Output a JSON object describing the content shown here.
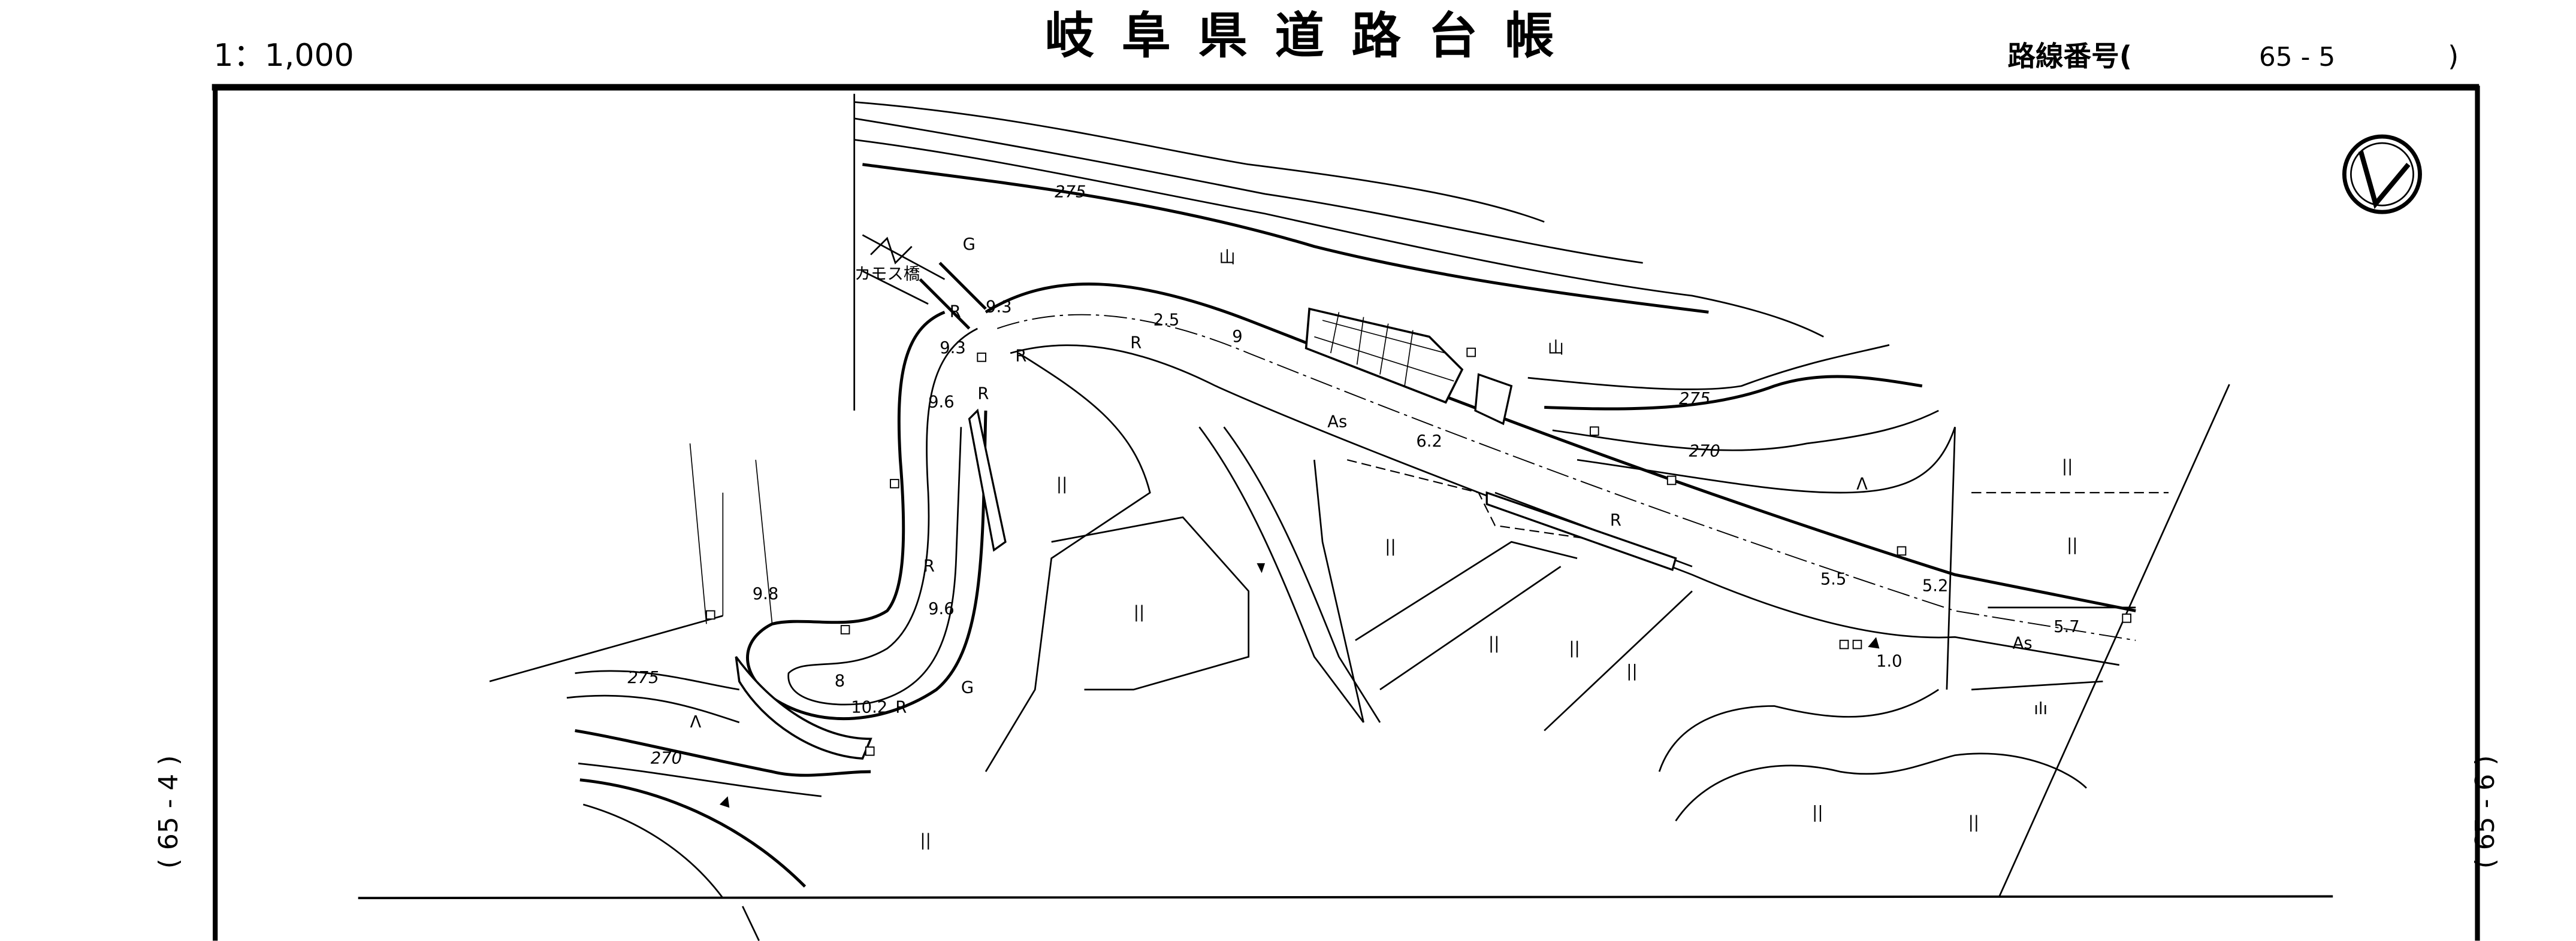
{
  "header": {
    "scale": "1：1,000",
    "title": "岐阜県道路台帳",
    "route_label": "路線番号(",
    "route_number": "65 - 5",
    "route_close": ")"
  },
  "adjacent_sheets": {
    "previous": "( 65 - 4 )",
    "next": "( 65 - 6 )"
  },
  "north_arrow": "north-arrow-icon",
  "map": {
    "bridge_name": "カモス橋",
    "contours": [
      "275",
      "275",
      "275",
      "270",
      "270"
    ],
    "surface": [
      "As",
      "As"
    ],
    "guard": [
      "G",
      "G"
    ],
    "retaining": [
      "R",
      "R",
      "R",
      "R",
      "R",
      "R",
      "R"
    ],
    "widths": [
      "9",
      "2.5",
      "9.3",
      "9.3",
      "9.6",
      "9.6",
      "6.2",
      "9.8",
      "8",
      "10.2",
      "5.5",
      "5.2",
      "5.7",
      "1.0"
    ],
    "land_use": [
      "山",
      "山",
      "ılı",
      "Λ",
      "Λ",
      "||",
      "||",
      "||",
      "||",
      "||",
      "||",
      "||",
      "||",
      "||",
      "||",
      "||"
    ]
  }
}
